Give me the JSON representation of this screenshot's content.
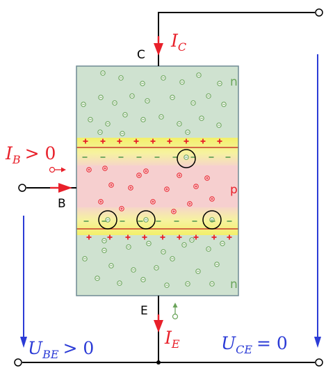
{
  "labels": {
    "collector": "C",
    "base": "B",
    "emitter": "E",
    "n_top": "n",
    "p_mid": "p",
    "n_bottom": "n",
    "ic_main": "I",
    "ic_sub": "C",
    "ie_main": "I",
    "ie_sub": "E",
    "ib_main": "I",
    "ib_sub": "B",
    "ib_rel": "> 0",
    "ube_main": "U",
    "ube_sub": "BE",
    "ube_rel": "> 0",
    "uce_main": "U",
    "uce_sub": "CE",
    "uce_rel": "= 0"
  },
  "colors": {
    "wire": "#000000",
    "current_arrow": "#e8202a",
    "voltage_arrow": "#2b3bd6",
    "n_region": "#cfe2d0",
    "p_region": "#f6cfcf",
    "depletion": "#f2f28a",
    "junction_line": "#c83c2a",
    "electron": "#6aa45a",
    "hole": "#e8202a",
    "plus_charge": "#e8202a",
    "minus_charge": "#6aa45a"
  }
}
